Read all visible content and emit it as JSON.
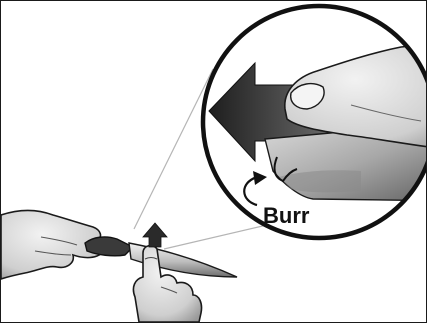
{
  "figure": {
    "callout_label": "Burr",
    "colors": {
      "line": "#1a1a1a",
      "skin_light": "#ececec",
      "skin_mid": "#cfcfcf",
      "skin_dark": "#9a9a9a",
      "blade_light": "#e2e2e2",
      "blade_dark": "#6e6e6e",
      "handle": "#3a3a3a",
      "arrow": "#2a2a2a"
    },
    "icons": {
      "push_arrow": "left-arrow",
      "stroke_arrow": "up-arrow",
      "burr_pointer": "curved-arrow"
    }
  }
}
